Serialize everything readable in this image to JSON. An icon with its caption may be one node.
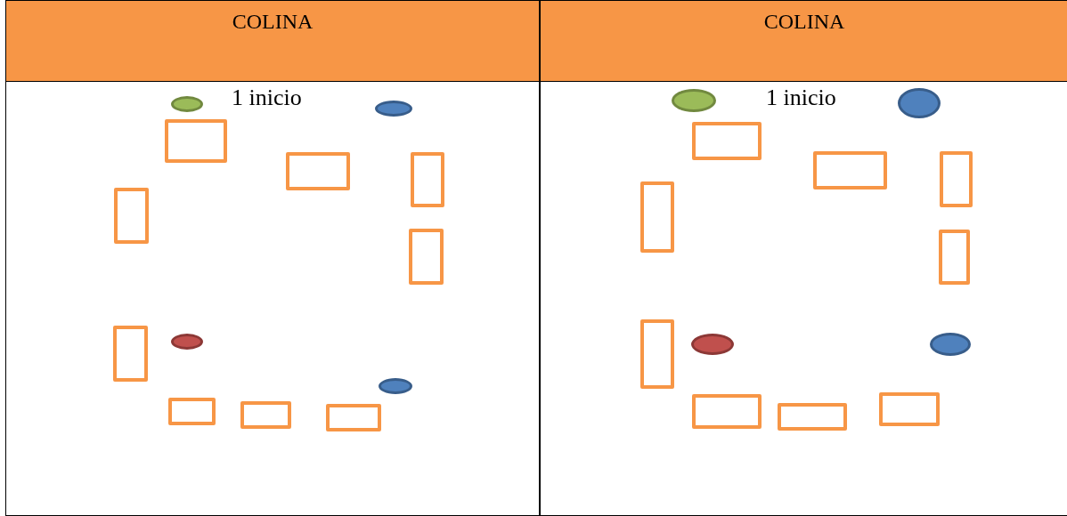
{
  "diagram": {
    "nodes": [
      {
        "text": [
          "COLINA"
        ]
      },
      {
        "text": [],
        "shape": "ellipse",
        "in": 0
      },
      {
        "text": [],
        "shape": "ellipse",
        "in": 0
      },
      {
        "text": [],
        "shape": "box",
        "in": 0
      },
      {
        "text": [],
        "shape": "box",
        "in": 0
      },
      {
        "text": [],
        "shape": "box",
        "in": 0
      },
      {
        "text": [],
        "shape": "box",
        "in": 0
      },
      {
        "text": [],
        "shape": "box",
        "in": 0
      },
      {
        "text": [],
        "shape": "box",
        "in": 0
      },
      {
        "text": [],
        "shape": "ellipse",
        "in": 0
      },
      {
        "text": [],
        "shape": "ellipse",
        "in": 0
      },
      {
        "text": [],
        "shape": "box",
        "in": 0
      },
      {
        "text": [],
        "shape": "box",
        "in": 0
      },
      {
        "text": [],
        "shape": "box",
        "in": 0
      },
      {
        "text": [
          "COLINA"
        ]
      },
      {
        "text": [],
        "shape": "ellipse",
        "in": 14
      },
      {
        "text": [],
        "shape": "ellipse",
        "in": 14
      },
      {
        "text": [],
        "shape": "box",
        "in": 14
      },
      {
        "text": [],
        "shape": "box",
        "in": 14
      },
      {
        "text": [],
        "shape": "box",
        "in": 14
      },
      {
        "text": [],
        "shape": "box",
        "in": 14
      },
      {
        "text": [],
        "shape": "box",
        "in": 14
      },
      {
        "text": [],
        "shape": "box",
        "in": 14
      },
      {
        "text": [],
        "shape": "ellipse",
        "in": 14
      },
      {
        "text": [],
        "shape": "ellipse",
        "in": 14
      },
      {
        "text": [],
        "shape": "box",
        "in": 14
      },
      {
        "text": [],
        "shape": "box",
        "in": 14
      },
      {
        "text": [],
        "shape": "box",
        "in": 14
      }
    ],
    "edges": [],
    "labels": [
      "1 inicio",
      "1 inicio"
    ]
  }
}
